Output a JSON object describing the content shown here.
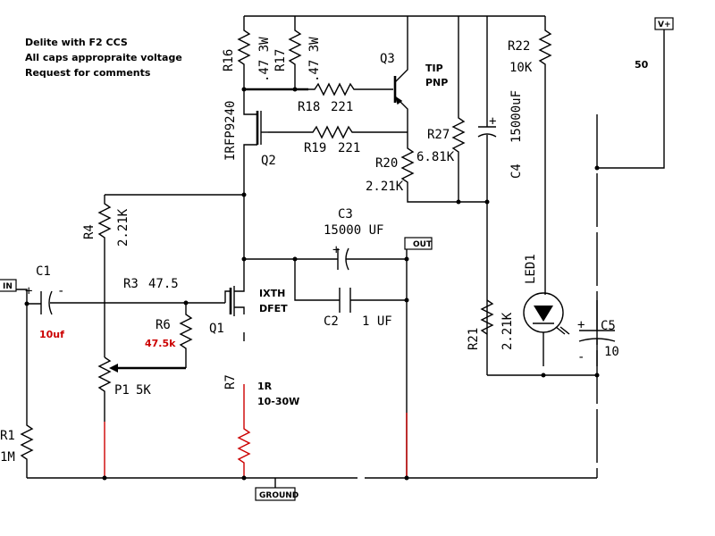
{
  "notes": {
    "line1": "Delite with F2 CCS",
    "line2": "All caps appropraite voltage",
    "line3": "Request for comments"
  },
  "ports": {
    "in": "IN",
    "out": "OUT",
    "vplus": "V+",
    "ground": "GROUND",
    "v_value": "50"
  },
  "components": {
    "r16": {
      "ref": "R16",
      "value": ".47 3W"
    },
    "r17": {
      "ref": "R17",
      "value": ".47 3W"
    },
    "r18": {
      "ref": "R18",
      "value": "221"
    },
    "r19": {
      "ref": "R19",
      "value": "221"
    },
    "r20": {
      "ref": "R20",
      "value": "2.21K"
    },
    "r27": {
      "ref": "R27",
      "value": "6.81K"
    },
    "r22": {
      "ref": "R22",
      "value": "10K"
    },
    "r4": {
      "ref": "R4",
      "value": "2.21K"
    },
    "r3": {
      "ref": "R3",
      "value": "47.5"
    },
    "r6": {
      "ref": "R6",
      "value": "47.5k"
    },
    "p1": {
      "ref": "P1",
      "value": "5K"
    },
    "r1": {
      "ref": "R1",
      "value": "1M"
    },
    "r7": {
      "ref": "R7",
      "value": "1R",
      "value2": "10-30W"
    },
    "r21": {
      "ref": "R21",
      "value": "2.21K"
    },
    "c1": {
      "ref": "C1",
      "value": "10uf"
    },
    "c2": {
      "ref": "C2",
      "value": "1 UF"
    },
    "c3": {
      "ref": "C3",
      "value": "15000 UF"
    },
    "c4": {
      "ref": "C4",
      "value": "15000uF"
    },
    "c5": {
      "ref": "C5",
      "value": "10"
    },
    "q1": {
      "ref": "Q1",
      "type1": "IXTH",
      "type2": "DFET"
    },
    "q2": {
      "ref": "Q2",
      "part": "IRFP9240"
    },
    "q3": {
      "ref": "Q3",
      "type1": "TIP",
      "type2": "PNP"
    },
    "led1": {
      "ref": "LED1"
    }
  },
  "colors": {
    "wire": "#000000",
    "added_wire": "#cc0000",
    "background": "#ffffff"
  },
  "plus_sign": "+",
  "minus_sign": "-"
}
